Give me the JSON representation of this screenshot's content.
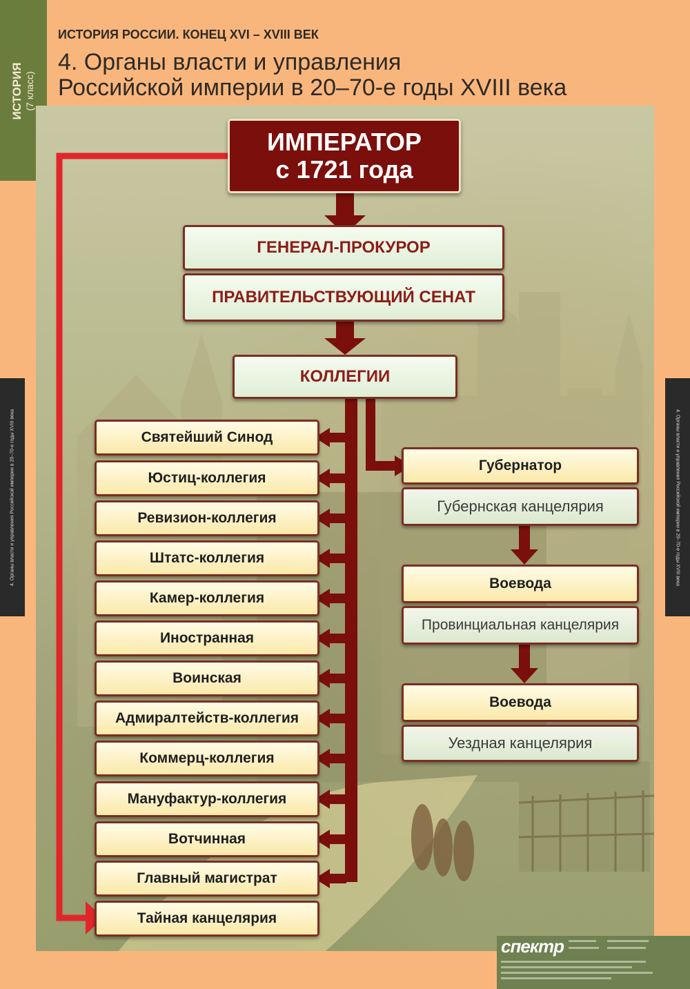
{
  "header": {
    "series": "ИСТОРИЯ РОССИИ. КОНЕЦ XVI – XVIII ВЕК",
    "title_line1": "4. Органы власти и управления",
    "title_line2": "Российской империи в 20–70-е годы XVIII века"
  },
  "side_tab": {
    "subject": "ИСТОРИЯ",
    "grade": "(7 класс)"
  },
  "edge_caption": "4. Органы власти и управления Российской империи в 20–70-е годы XVIII века",
  "emperor": {
    "line1": "ИМПЕРАТОР",
    "line2": "с 1721 года"
  },
  "general_prosecutor": "ГЕНЕРАЛ-ПРОКУРОР",
  "senate": "ПРАВИТЕЛЬСТВУЮЩИЙ СЕНАТ",
  "collegia": "КОЛЛЕГИИ",
  "colleges": [
    "Святейший Синод",
    "Юстиц-коллегия",
    "Ревизион-коллегия",
    "Штатс-коллегия",
    "Камер-коллегия",
    "Иностранная",
    "Воинская",
    "Адмиралтейств-коллегия",
    "Коммерц-коллегия",
    "Мануфактур-коллегия",
    "Вотчинная",
    "Главный магистрат",
    "Тайная канцелярия"
  ],
  "regional": [
    {
      "official": "Губернатор",
      "office": "Губернская канцелярия"
    },
    {
      "official": "Воевода",
      "office": "Провинциальная канцелярия"
    },
    {
      "official": "Воевода",
      "office": "Уездная канцелярия"
    }
  ],
  "publisher": "спектр",
  "colors": {
    "arrow": "#7a0f0c",
    "red_line": "#e0262b",
    "emperor_bg": "#7a0f0c"
  }
}
